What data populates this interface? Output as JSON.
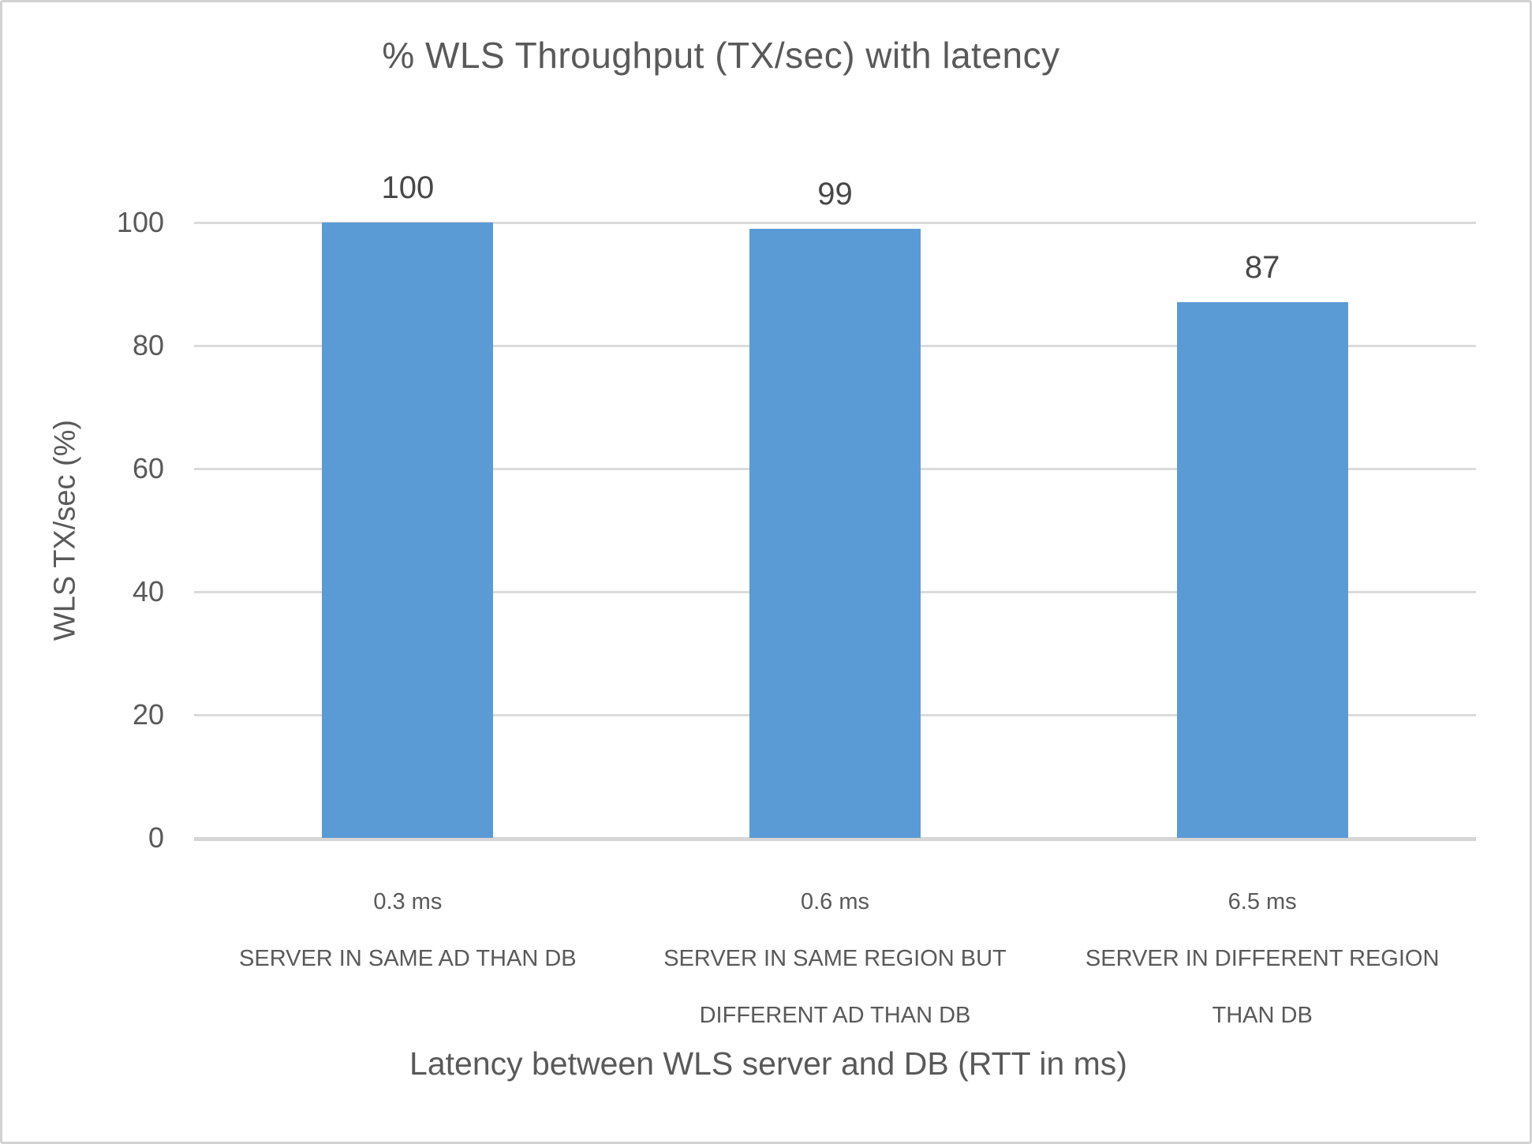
{
  "chart": {
    "title": "% WLS Throughput (TX/sec) with latency",
    "y_axis": {
      "label": "WLS TX/sec (%)",
      "ticks": [
        0,
        20,
        40,
        60,
        80,
        100
      ],
      "max": 100
    },
    "x_axis": {
      "label": "Latency between WLS server and DB (RTT in ms)"
    },
    "bars": [
      {
        "value": 100,
        "value_label": "100",
        "latency_label": "0.3 ms",
        "desc_lines": [
          "SERVER IN SAME AD THAN DB"
        ]
      },
      {
        "value": 99,
        "value_label": "99",
        "latency_label": "0.6 ms",
        "desc_lines": [
          "SERVER IN SAME REGION BUT",
          "DIFFERENT AD THAN DB"
        ]
      },
      {
        "value": 87,
        "value_label": "87",
        "latency_label": "6.5 ms",
        "desc_lines": [
          "SERVER IN DIFFERENT REGION",
          "THAN DB"
        ]
      }
    ],
    "colors": {
      "bar": "#5B9BD5",
      "gridline": "#DBDBDB",
      "axis_line": "#D6D6D6",
      "text": "#595959"
    }
  },
  "chart_data": {
    "type": "bar",
    "title": "% WLS Throughput (TX/sec) with latency",
    "categories": [
      "0.3 ms SERVER IN SAME AD THAN DB",
      "0.6 ms SERVER IN SAME REGION BUT DIFFERENT AD THAN DB",
      "6.5 ms SERVER IN DIFFERENT REGION THAN DB"
    ],
    "values": [
      100,
      99,
      87
    ],
    "data_labels": [
      "100",
      "99",
      "87"
    ],
    "xlabel": "Latency between WLS server and DB (RTT in ms)",
    "ylabel": "WLS TX/sec (%)",
    "ylim": [
      0,
      100
    ],
    "yticks": [
      0,
      20,
      40,
      60,
      80,
      100
    ],
    "grid": true,
    "legend": false,
    "bar_color": "#5B9BD5"
  }
}
